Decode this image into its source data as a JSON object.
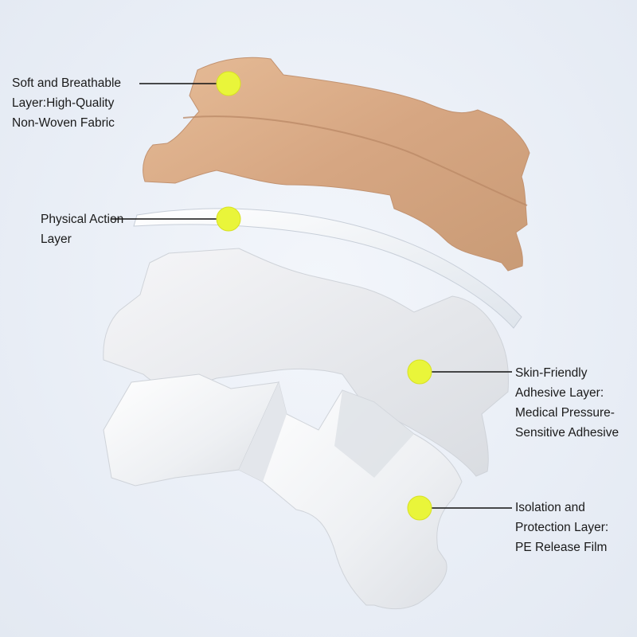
{
  "colors": {
    "fabric": "#d8a884",
    "marker": "#e9f53a",
    "line": "#111111",
    "background": "#e9eef6"
  },
  "callouts": [
    {
      "id": "fabric-layer",
      "lines": [
        "Soft and Breathable",
        "Layer:High-Quality",
        "Non-Woven Fabric"
      ]
    },
    {
      "id": "physical-action-layer",
      "lines": [
        "Physical Action",
        "Layer"
      ]
    },
    {
      "id": "adhesive-layer",
      "lines": [
        "Skin-Friendly",
        "Adhesive Layer:",
        "Medical Pressure-",
        "Sensitive Adhesive"
      ]
    },
    {
      "id": "release-film-layer",
      "lines": [
        "Isolation and",
        "Protection Layer:",
        "PE Release Film"
      ]
    }
  ]
}
